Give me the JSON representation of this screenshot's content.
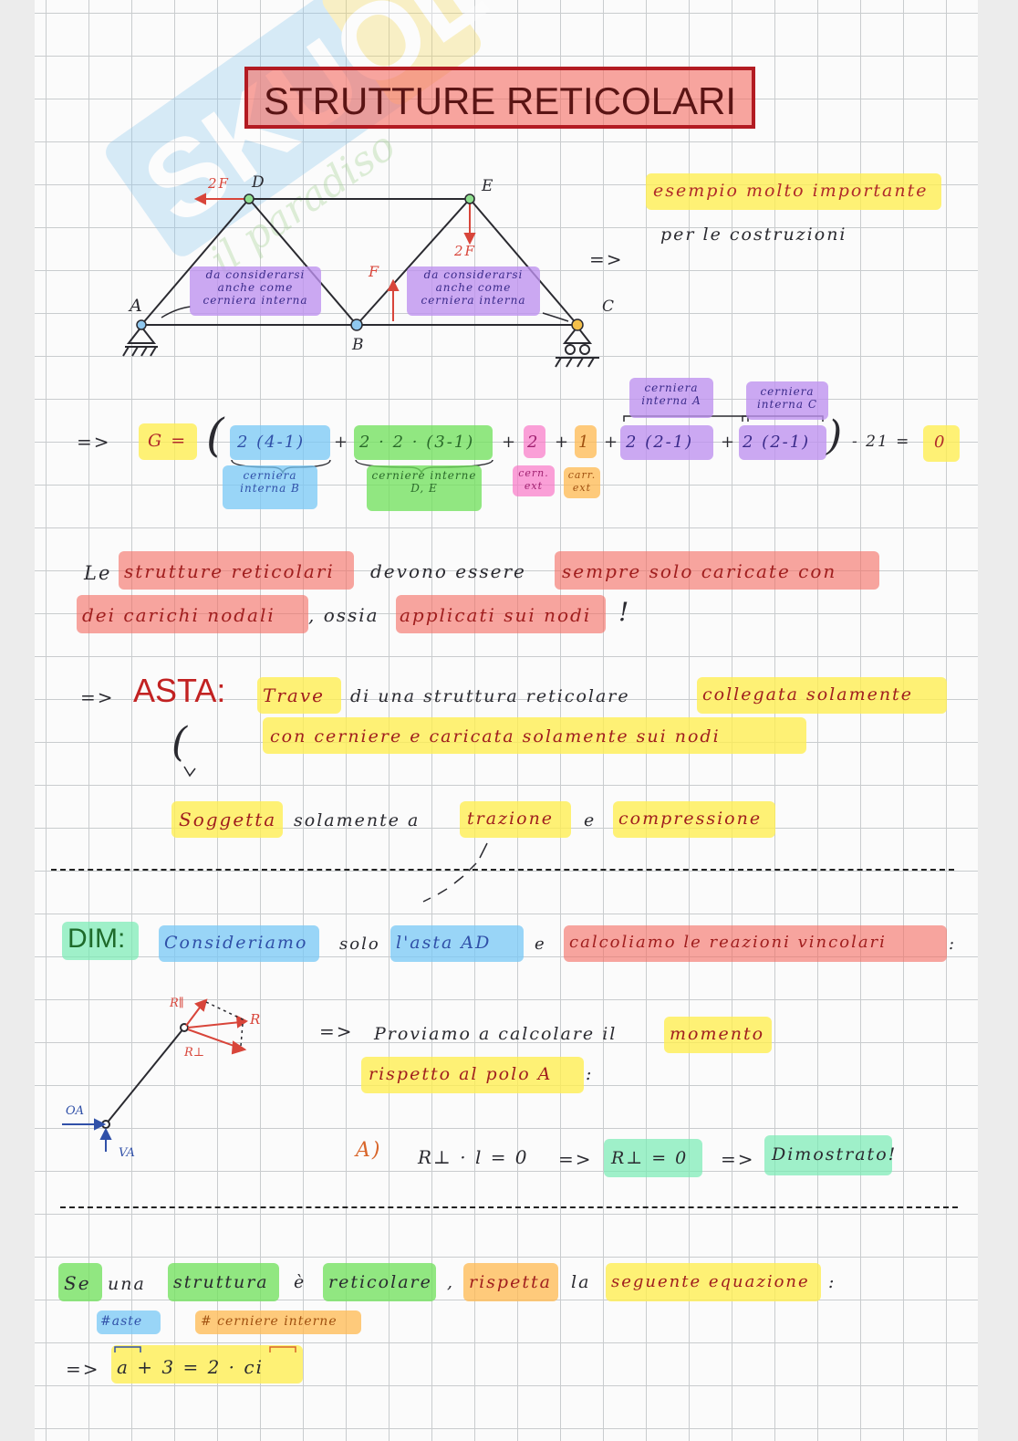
{
  "title": "STRUTTURE RETICOLARI",
  "truss": {
    "nodes": {
      "A": "A",
      "B": "B",
      "C": "C",
      "D": "D",
      "E": "E"
    },
    "loads": {
      "d": "2F",
      "e": "2F",
      "b": "F"
    },
    "notes": {
      "left": "da considerarsi anche come cerniera interna",
      "right": "da considerarsi anche come cerniera interna"
    }
  },
  "side_note": {
    "line1": "esempio molto importante",
    "line2": "per le costruzioni",
    "arrow": "=>"
  },
  "equation": {
    "arrow": "=>",
    "g": "G =",
    "open": "(",
    "t1": "2 (4-1)",
    "plus": "+",
    "t2": "2 · 2 · (3-1)",
    "t3": "2",
    "t4": "1",
    "t5": "2 (2-1)",
    "t6": "2 (2-1)",
    "close": ")",
    "minus": "- 21 =",
    "result": "0",
    "labels": {
      "t1": "cerniera interna B",
      "t2": "cerniere interne D, E",
      "t3": "cern. ext",
      "t4": "carr. ext",
      "t5": "cerniera interna A",
      "t6": "cerniera interna C"
    }
  },
  "statement": {
    "w1": "Le",
    "w2": "strutture reticolari",
    "w3": "devono essere",
    "w4": "sempre solo caricate con",
    "w5": "dei carichi nodali",
    "w6": ", ossia",
    "w7": "applicati sui nodi",
    "w8": "!"
  },
  "asta": {
    "arrow": "=>",
    "label": "ASTA:",
    "w1": "Trave",
    "w2": "di una struttura reticolare",
    "w3": "collegata solamente",
    "w4": "con cerniere e caricata solamente sui nodi",
    "paren": "(",
    "s1": "Soggetta",
    "s2": "solamente a",
    "s3": "trazione",
    "s4": "e",
    "s5": "compressione"
  },
  "dim": {
    "label": "DIM:",
    "w1": "Consideriamo",
    "w2": "solo",
    "w3": "l'asta AD",
    "w4": "e",
    "w5": "calcoliamo le reazioni vincolari",
    "w6": ":",
    "arrow": "=>",
    "m1": "Proviamo a calcolare il",
    "m2": "momento",
    "m3": "rispetto al polo A",
    "m4": ":",
    "vec_par": "R∥",
    "vec_perp": "R⊥",
    "vec_r": "R",
    "oa": "OA",
    "va": "VA",
    "moment": "A)",
    "eq1": "R⊥ · l = 0",
    "arrow2": "=>",
    "eq2": "R⊥ = 0",
    "arrow3": "=>",
    "done": "Dimostrato!"
  },
  "rule": {
    "w1": "Se",
    "w2": "una",
    "w3": "struttura",
    "w4": "è",
    "w5": "reticolare",
    "w6": ",",
    "w7": "rispetta",
    "w8": "la",
    "w9": "seguente equazione",
    "w10": ":",
    "l1": "#aste",
    "l2": "# cerniere interne",
    "arrow": "=>",
    "formula": "a + 3 = 2 · ci"
  }
}
